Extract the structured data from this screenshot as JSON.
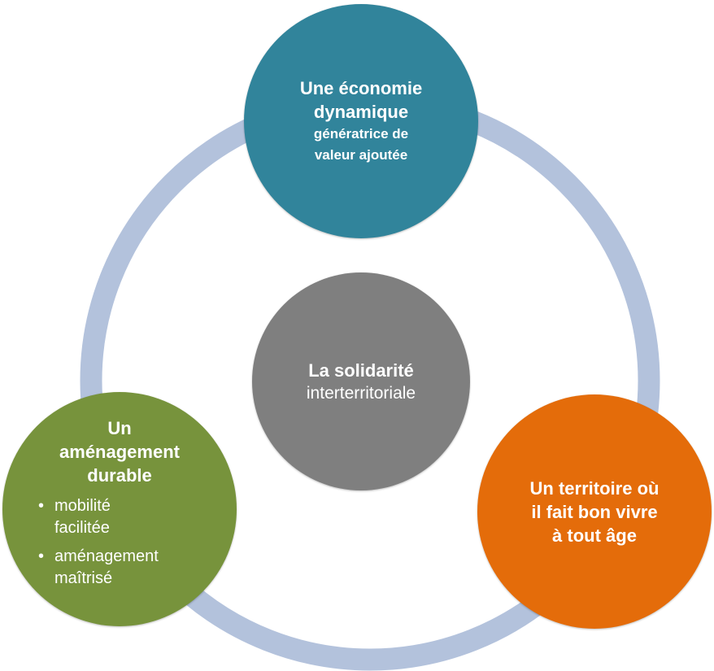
{
  "colors": {
    "ring": "#b3c2dc",
    "top": "#31849b",
    "center": "#7f7f7f",
    "left": "#77933c",
    "right": "#e46c0a",
    "text": "#ffffff"
  },
  "nodes": {
    "top": {
      "title_lines": [
        "Une économie",
        "dynamique"
      ],
      "subtitle_lines": [
        "génératrice de",
        "valeur ajoutée"
      ]
    },
    "center": {
      "title": "La solidarité",
      "subtitle": "interterritoriale"
    },
    "left": {
      "title_lines": [
        "Un",
        "aménagement",
        "durable"
      ],
      "bullets": [
        [
          "mobilité",
          "facilitée"
        ],
        [
          "aménagement",
          "maîtrisé"
        ]
      ]
    },
    "right": {
      "title_lines": [
        "Un territoire où",
        "il fait bon vivre",
        "à tout âge"
      ]
    }
  }
}
